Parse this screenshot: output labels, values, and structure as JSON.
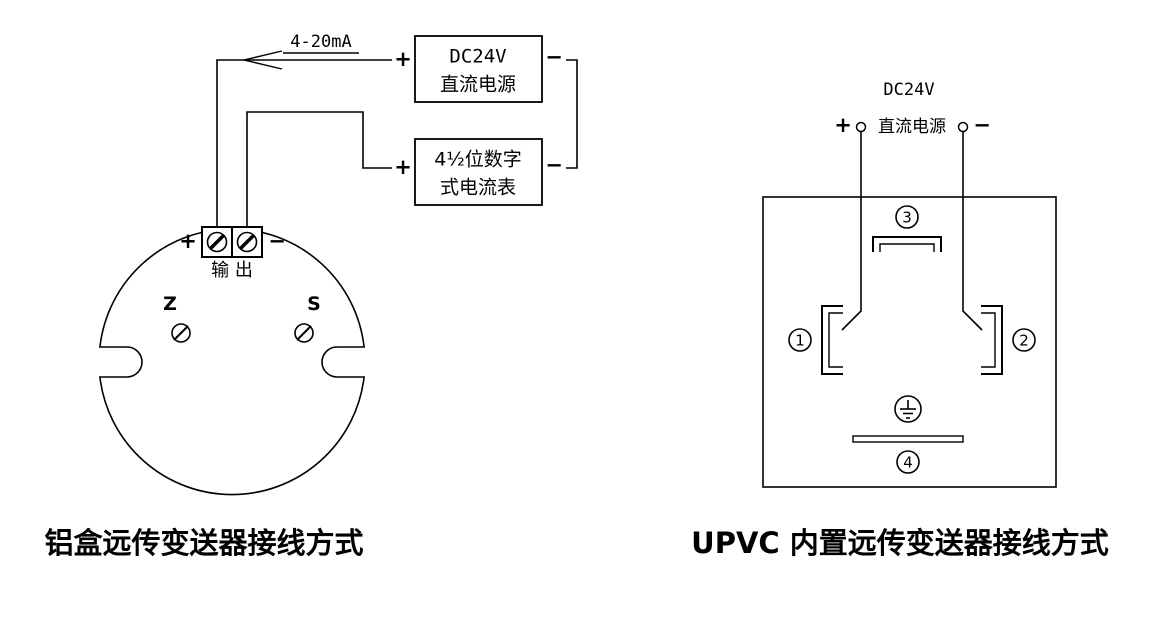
{
  "left": {
    "caption": "铝盒远传变送器接线方式",
    "signal_label": "4-20mA",
    "power": {
      "name1": "DC24V",
      "name2": "直流电源",
      "plus": "+",
      "minus": "−"
    },
    "meter": {
      "name1": "4½位数字",
      "name2": "式电流表",
      "plus": "+",
      "minus": "−"
    },
    "terminal": {
      "plus": "+",
      "minus": "−",
      "label": "输 出",
      "zero": "Z",
      "span": "S"
    }
  },
  "right": {
    "caption": "UPVC 内置远传变送器接线方式",
    "power": {
      "name1": "DC24V",
      "name2": "直流电源",
      "plus": "+",
      "minus": "−"
    },
    "terminals": {
      "one": "1",
      "two": "2",
      "three": "3",
      "four": "4"
    }
  }
}
